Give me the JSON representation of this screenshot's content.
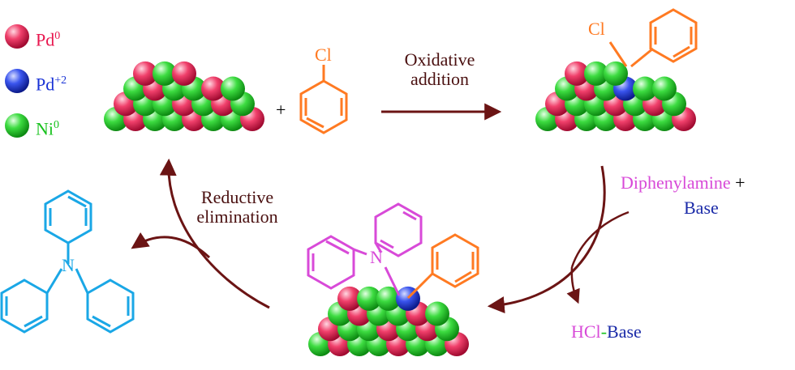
{
  "legend": [
    {
      "text": "Pd",
      "sup": "0",
      "color": "#e8174f"
    },
    {
      "text": "Pd",
      "sup": "+2",
      "color": "#1a33d6"
    },
    {
      "text": "Ni",
      "sup": "0",
      "color": "#19c21e"
    }
  ],
  "plus_sign": "+",
  "chlorobenzene_label": "Cl",
  "adduct_cl_label": "Cl",
  "step_oxidative": {
    "line1": "Oxidative",
    "line2": "addition"
  },
  "step_reductive": {
    "line1": "Reductive",
    "line2": "elimination"
  },
  "reagent": {
    "amine": "Diphenylamine",
    "plus": "+",
    "base": "Base"
  },
  "byproduct": {
    "hcl": "HCl",
    "dash": "-",
    "base": "Base"
  },
  "n_label": "N",
  "product_n_label": "N",
  "colors": {
    "pd0": "#e8174f",
    "pd2": "#1a33d6",
    "ni0": "#19c21e",
    "chloro": "#ff7a22",
    "amine": "#d84ad8",
    "base": "#1a2aa8",
    "product": "#1aa7e6",
    "arrow": "#6b1414"
  }
}
